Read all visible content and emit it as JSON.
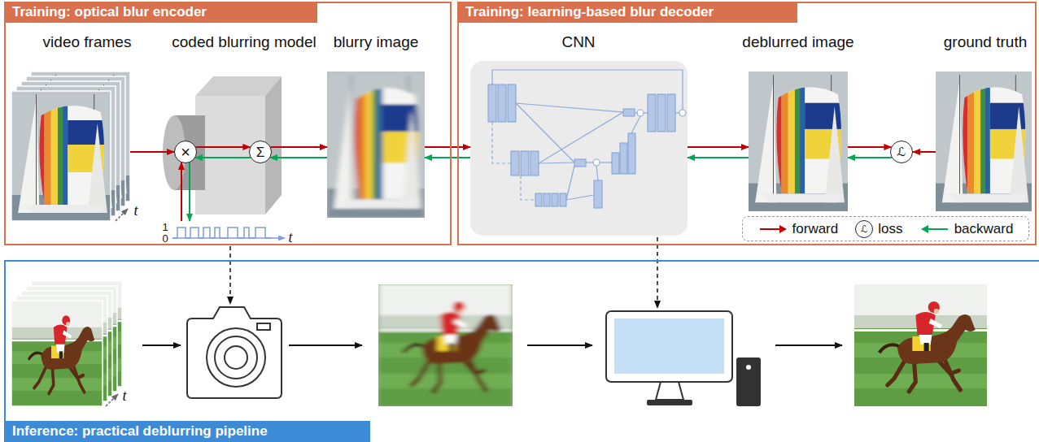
{
  "diagram": {
    "nodes": [
      {
        "text": [
          "Training: optical blur encoder"
        ]
      },
      {
        "text": [
          "video frames"
        ],
        "in": 0
      },
      {
        "text": [
          "coded blurring model"
        ],
        "in": 0
      },
      {
        "text": [
          "×"
        ],
        "in": 2
      },
      {
        "text": [
          "Σ"
        ],
        "in": 2
      },
      {
        "text": [
          "1",
          "0",
          "t"
        ],
        "in": 0
      },
      {
        "text": [
          "blurry image"
        ],
        "in": 0
      },
      {
        "text": [
          "Training: learning-based blur decoder"
        ]
      },
      {
        "text": [
          "CNN"
        ],
        "in": 7
      },
      {
        "text": [
          "deblurred image"
        ],
        "in": 7
      },
      {
        "text": [
          "ℒ"
        ],
        "in": 7
      },
      {
        "text": [
          "ground truth"
        ],
        "in": 7
      },
      {
        "text": [
          "Inference: practical deblurring pipeline"
        ]
      }
    ],
    "edges": [
      {
        "from": 1,
        "to": 3,
        "arrow": "to"
      },
      {
        "from": 3,
        "to": 4,
        "arrow": "to"
      },
      {
        "from": 4,
        "to": 3,
        "arrow": "to"
      },
      {
        "from": 4,
        "to": 6,
        "arrow": "to"
      },
      {
        "from": 6,
        "to": 4,
        "arrow": "to"
      },
      {
        "from": 6,
        "to": 8,
        "arrow": "to"
      },
      {
        "from": 8,
        "to": 6,
        "arrow": "to"
      },
      {
        "from": 8,
        "to": 9,
        "arrow": "to"
      },
      {
        "from": 9,
        "to": 8,
        "arrow": "to"
      },
      {
        "from": 9,
        "to": 10,
        "arrow": "to"
      },
      {
        "from": 10,
        "to": 9,
        "arrow": "to"
      },
      {
        "from": 11,
        "to": 10,
        "arrow": "to"
      },
      {
        "from": 5,
        "to": 3,
        "arrow": "to"
      },
      {
        "from": 3,
        "to": 5,
        "arrow": "to"
      }
    ],
    "labels": [
      "t",
      "t",
      "ℒ"
    ],
    "legend": [
      {
        "text": "forward"
      },
      {
        "text": "loss"
      },
      {
        "text": "backward"
      }
    ]
  }
}
